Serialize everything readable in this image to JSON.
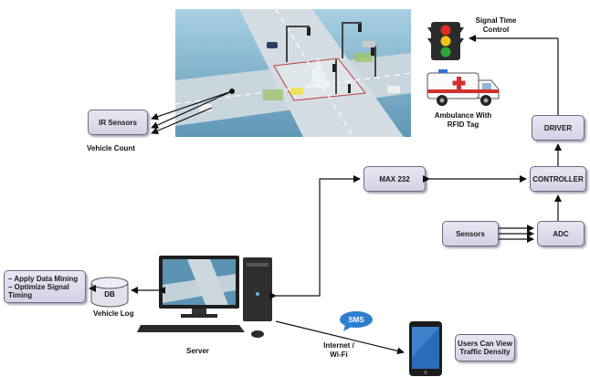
{
  "labels": {
    "signal_time_control": "Signal Time Control",
    "ambulance": "Ambulance With RFID Tag",
    "ir_sensors": "IR Sensors",
    "vehicle_count": "Vehicle Count",
    "max232": "MAX 232",
    "driver": "DRIVER",
    "controller": "CONTROLLER",
    "sensors": "Sensors",
    "adc": "ADC",
    "db": "DB",
    "vehicle_log": "Vehicle Log",
    "server": "Server",
    "sms": "SMS",
    "internet": "Internet / Wi-Fi",
    "users_view": "Users Can View Traffic Density",
    "data_mining_1": "– Apply Data Mining",
    "data_mining_2": "– Optimize Signal Timing"
  },
  "colors": {
    "box_fill": "#ddd9ea",
    "box_border": "#6d6b82",
    "arrow": "#111111",
    "road_scene_bg": "#7fb0c9",
    "signal_red": "#e02b20",
    "signal_yellow": "#f2c21a",
    "signal_green": "#2fa63a"
  }
}
